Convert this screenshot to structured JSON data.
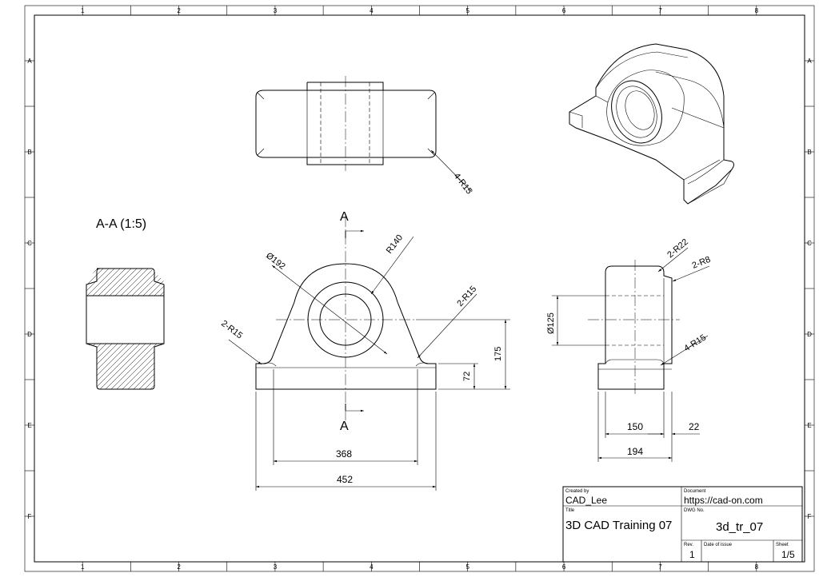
{
  "border": {
    "columns": [
      "1",
      "2",
      "3",
      "4",
      "5",
      "6",
      "7",
      "8"
    ],
    "rows": [
      "A",
      "B",
      "C",
      "D",
      "E",
      "F"
    ]
  },
  "section": {
    "title": "A-A (1:5)",
    "cut_label_top": "A",
    "cut_label_bottom": "A"
  },
  "front_view": {
    "dims": {
      "dia_bore": "Ø192",
      "radius": "R140",
      "fillet_left": "2-R15",
      "fillet_right": "2-R15",
      "height_base": "72",
      "height_center": "175",
      "hole_spacing": "368",
      "overall_width": "452"
    }
  },
  "top_view": {
    "dims": {
      "corner_radius": "4-R15"
    }
  },
  "side_view": {
    "dims": {
      "top_radius": "2-R22",
      "small_radius": "2-R8",
      "dia_bore": "Ø125",
      "bottom_radius": "4-R15",
      "width_body": "150",
      "offset": "22",
      "width_base": "194"
    }
  },
  "title_block": {
    "created_by_label": "Created by",
    "created_by": "CAD_Lee",
    "document_label": "Document",
    "document": "https://cad-on.com",
    "title_label": "Title",
    "title": "3D CAD Training 07",
    "dwg_label": "DWG No.",
    "dwg_no": "3d_tr_07",
    "rev_label": "Rev.",
    "rev": "1",
    "date_label": "Date of issue",
    "date": "",
    "sheet_label": "Sheet",
    "sheet": "1/5"
  }
}
